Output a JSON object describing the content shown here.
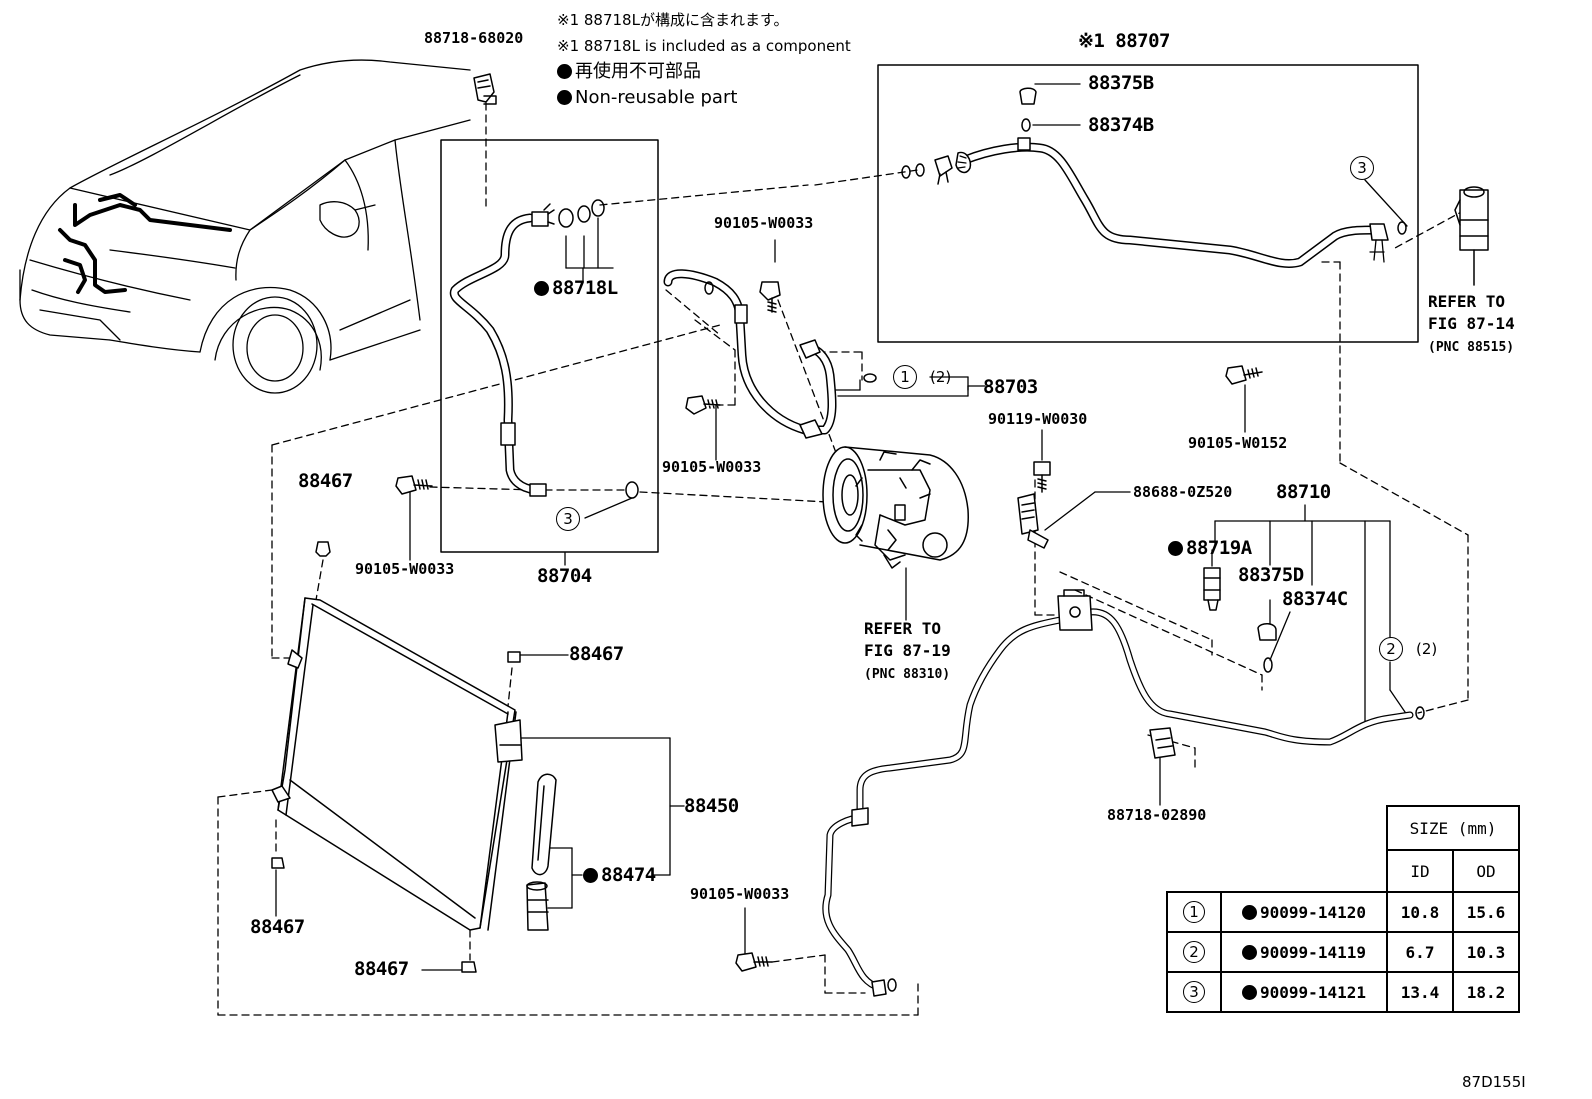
{
  "notes": {
    "component_jp": "※1 88718Lが構成に含まれます。",
    "component_en": "※1 88718L is included as a component",
    "nonreusable_jp": "再使用不可部品",
    "nonreusable_en": "Non-reusable part"
  },
  "labels": {
    "p88718_68020": "88718-68020",
    "p88707": "※1 88707",
    "p88375B": "88375B",
    "p88374B": "88374B",
    "p90105_W0033_a": "90105-W0033",
    "p88718L": "88718L",
    "p88703": "88703",
    "qty_2": "(2)",
    "p90119_W0030": "90119-W0030",
    "p90105_W0152": "90105-W0152",
    "p90105_W0033_b": "90105-W0033",
    "p88467_a": "88467",
    "p88688_0Z520": "88688-0Z520",
    "p88710": "88710",
    "p88719A": "88719A",
    "p88375D": "88375D",
    "p88374C": "88374C",
    "p90105_W0033_c": "90105-W0033",
    "p88704": "88704",
    "p88467_b": "88467",
    "p88450": "88450",
    "p88474": "88474",
    "p88467_c": "88467",
    "p88467_d": "88467",
    "p90105_W0033_d": "90105-W0033",
    "p88718_02890": "88718-02890",
    "circle_1": "1",
    "circle_2": "2",
    "circle_3": "3",
    "refer_a_1": "REFER TO",
    "refer_a_2": "FIG 87-14",
    "refer_a_3": "(PNC 88515)",
    "refer_b_1": "REFER TO",
    "refer_b_2": "FIG 87-19",
    "refer_b_3": "(PNC 88310)"
  },
  "size_table": {
    "header": "SIZE (mm)",
    "col_id": "ID",
    "col_od": "OD",
    "rows": [
      {
        "num": "1",
        "part": "90099-14120",
        "id": "10.8",
        "od": "15.6"
      },
      {
        "num": "2",
        "part": "90099-14119",
        "id": "6.7",
        "od": "10.3"
      },
      {
        "num": "3",
        "part": "90099-14121",
        "id": "13.4",
        "od": "18.2"
      }
    ]
  },
  "figure_code": "87D155I"
}
